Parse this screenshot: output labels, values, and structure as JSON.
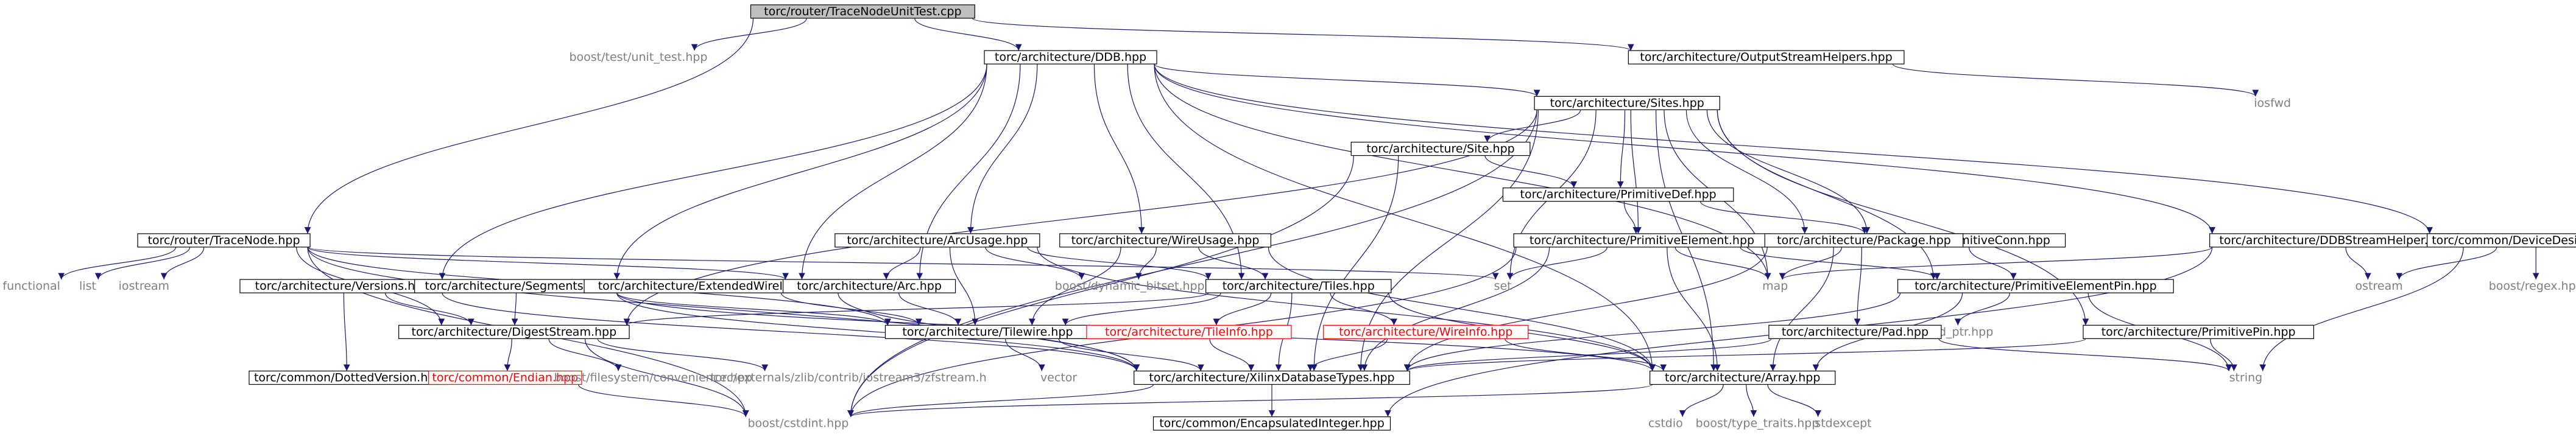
{
  "graph": {
    "edge_color": "#191970",
    "root_fill": "#bfbfbf",
    "nodes": [
      {
        "id": "root",
        "label": "torc/router/TraceNodeUnitTest.cpp",
        "kind": "root"
      },
      {
        "id": "unit_test",
        "label": "boost/test/unit_test.hpp",
        "kind": "ext"
      },
      {
        "id": "ddb",
        "label": "torc/architecture/DDB.hpp",
        "kind": "doc"
      },
      {
        "id": "osh",
        "label": "torc/architecture/OutputStreamHelpers.hpp",
        "kind": "doc"
      },
      {
        "id": "iosfwd",
        "label": "iosfwd",
        "kind": "ext"
      },
      {
        "id": "sites",
        "label": "torc/architecture/Sites.hpp",
        "kind": "doc"
      },
      {
        "id": "site",
        "label": "torc/architecture/Site.hpp",
        "kind": "doc"
      },
      {
        "id": "primdef",
        "label": "torc/architecture/PrimitiveDef.hpp",
        "kind": "doc"
      },
      {
        "id": "primconn",
        "label": "torc/architecture/PrimitiveConn.hpp",
        "kind": "doc"
      },
      {
        "id": "primelem",
        "label": "torc/architecture/PrimitiveElement.hpp",
        "kind": "doc"
      },
      {
        "id": "package",
        "label": "torc/architecture/Package.hpp",
        "kind": "doc"
      },
      {
        "id": "ddbsh",
        "label": "torc/architecture/DDBStreamHelper.hpp",
        "kind": "doc"
      },
      {
        "id": "devdes",
        "label": "torc/common/DeviceDesignator.hpp",
        "kind": "doc"
      },
      {
        "id": "tracenode",
        "label": "torc/router/TraceNode.hpp",
        "kind": "doc"
      },
      {
        "id": "functional",
        "label": "functional",
        "kind": "ext"
      },
      {
        "id": "list",
        "label": "list",
        "kind": "ext"
      },
      {
        "id": "iostream",
        "label": "iostream",
        "kind": "ext"
      },
      {
        "id": "versions",
        "label": "torc/architecture/Versions.hpp",
        "kind": "doc"
      },
      {
        "id": "segments",
        "label": "torc/architecture/Segments.hpp",
        "kind": "doc"
      },
      {
        "id": "extwire",
        "label": "torc/architecture/ExtendedWireInfo.hpp",
        "kind": "doc"
      },
      {
        "id": "arc",
        "label": "torc/architecture/Arc.hpp",
        "kind": "doc"
      },
      {
        "id": "arcusage",
        "label": "torc/architecture/ArcUsage.hpp",
        "kind": "doc"
      },
      {
        "id": "wireusage",
        "label": "torc/architecture/WireUsage.hpp",
        "kind": "doc"
      },
      {
        "id": "dynbitset",
        "label": "boost/dynamic_bitset.hpp",
        "kind": "ext"
      },
      {
        "id": "tiles",
        "label": "torc/architecture/Tiles.hpp",
        "kind": "doc"
      },
      {
        "id": "set",
        "label": "set",
        "kind": "ext"
      },
      {
        "id": "map",
        "label": "map",
        "kind": "ext"
      },
      {
        "id": "primelempin",
        "label": "torc/architecture/PrimitiveElementPin.hpp",
        "kind": "doc"
      },
      {
        "id": "ostream",
        "label": "ostream",
        "kind": "ext"
      },
      {
        "id": "regex",
        "label": "boost/regex.hpp",
        "kind": "ext"
      },
      {
        "id": "digest",
        "label": "torc/architecture/DigestStream.hpp",
        "kind": "doc"
      },
      {
        "id": "tilewire",
        "label": "torc/architecture/Tilewire.hpp",
        "kind": "doc"
      },
      {
        "id": "tileinfo",
        "label": "torc/architecture/TileInfo.hpp",
        "kind": "red"
      },
      {
        "id": "wireinfo",
        "label": "torc/architecture/WireInfo.hpp",
        "kind": "red"
      },
      {
        "id": "sharedptr",
        "label": "boost/shared_ptr.hpp",
        "kind": "ext"
      },
      {
        "id": "pad",
        "label": "torc/architecture/Pad.hpp",
        "kind": "doc"
      },
      {
        "id": "primpin",
        "label": "torc/architecture/PrimitivePin.hpp",
        "kind": "doc"
      },
      {
        "id": "dottedver",
        "label": "torc/common/DottedVersion.hpp",
        "kind": "doc"
      },
      {
        "id": "endian",
        "label": "torc/common/Endian.hpp",
        "kind": "red"
      },
      {
        "id": "fsconv",
        "label": "boost/filesystem/convenience.hpp",
        "kind": "ext"
      },
      {
        "id": "zfstream",
        "label": "torc/externals/zlib/contrib/iostream3/zfstream.h",
        "kind": "ext"
      },
      {
        "id": "vector",
        "label": "vector",
        "kind": "ext"
      },
      {
        "id": "xdbtypes",
        "label": "torc/architecture/XilinxDatabaseTypes.hpp",
        "kind": "doc"
      },
      {
        "id": "array",
        "label": "torc/architecture/Array.hpp",
        "kind": "doc"
      },
      {
        "id": "string",
        "label": "string",
        "kind": "ext"
      },
      {
        "id": "cstdint",
        "label": "boost/cstdint.hpp",
        "kind": "ext"
      },
      {
        "id": "encint",
        "label": "torc/common/EncapsulatedInteger.hpp",
        "kind": "doc"
      },
      {
        "id": "cstdio",
        "label": "cstdio",
        "kind": "ext"
      },
      {
        "id": "typetraits",
        "label": "boost/type_traits.hpp",
        "kind": "ext"
      },
      {
        "id": "stdexcept",
        "label": "stdexcept",
        "kind": "ext"
      }
    ],
    "edges": [
      [
        "root",
        "unit_test"
      ],
      [
        "root",
        "ddb"
      ],
      [
        "root",
        "osh"
      ],
      [
        "root",
        "tracenode"
      ],
      [
        "osh",
        "iosfwd"
      ],
      [
        "ddb",
        "sites"
      ],
      [
        "ddb",
        "ddbsh"
      ],
      [
        "ddb",
        "devdes"
      ],
      [
        "ddb",
        "versions"
      ],
      [
        "ddb",
        "segments"
      ],
      [
        "ddb",
        "extwire"
      ],
      [
        "ddb",
        "arc"
      ],
      [
        "ddb",
        "arcusage"
      ],
      [
        "ddb",
        "wireusage"
      ],
      [
        "ddb",
        "tiles"
      ],
      [
        "ddb",
        "map"
      ],
      [
        "ddb",
        "array"
      ],
      [
        "sites",
        "site"
      ],
      [
        "sites",
        "primdef"
      ],
      [
        "sites",
        "primconn"
      ],
      [
        "sites",
        "primelem"
      ],
      [
        "sites",
        "package"
      ],
      [
        "sites",
        "primelempin"
      ],
      [
        "sites",
        "primpin"
      ],
      [
        "sites",
        "set"
      ],
      [
        "sites",
        "map"
      ],
      [
        "sites",
        "array"
      ],
      [
        "sites",
        "digest"
      ],
      [
        "sites",
        "xdbtypes"
      ],
      [
        "sites",
        "cstdint"
      ],
      [
        "site",
        "primdef"
      ],
      [
        "site",
        "xdbtypes"
      ],
      [
        "site",
        "cstdint"
      ],
      [
        "primdef",
        "primconn"
      ],
      [
        "primdef",
        "primelem"
      ],
      [
        "primconn",
        "primelempin"
      ],
      [
        "primelem",
        "primelempin"
      ],
      [
        "primelem",
        "set"
      ],
      [
        "primelem",
        "map"
      ],
      [
        "primelem",
        "array"
      ],
      [
        "primelem",
        "xdbtypes"
      ],
      [
        "primelem",
        "cstdint"
      ],
      [
        "package",
        "pad"
      ],
      [
        "package",
        "map"
      ],
      [
        "package",
        "array"
      ],
      [
        "package",
        "xdbtypes"
      ],
      [
        "primelempin",
        "sharedptr"
      ],
      [
        "primelempin",
        "xdbtypes"
      ],
      [
        "primelempin",
        "array"
      ],
      [
        "primelempin",
        "string"
      ],
      [
        "primpin",
        "string"
      ],
      [
        "primpin",
        "xdbtypes"
      ],
      [
        "pad",
        "string"
      ],
      [
        "pad",
        "xdbtypes"
      ],
      [
        "ddbsh",
        "map"
      ],
      [
        "ddbsh",
        "ostream"
      ],
      [
        "ddbsh",
        "encint"
      ],
      [
        "devdes",
        "ostream"
      ],
      [
        "devdes",
        "regex"
      ],
      [
        "devdes",
        "string"
      ],
      [
        "tracenode",
        "functional"
      ],
      [
        "tracenode",
        "list"
      ],
      [
        "tracenode",
        "iostream"
      ],
      [
        "tracenode",
        "set"
      ],
      [
        "tracenode",
        "arc"
      ],
      [
        "tracenode",
        "tilewire"
      ],
      [
        "tracenode",
        "cstdint"
      ],
      [
        "tracenode",
        "digest"
      ],
      [
        "tracenode",
        "xdbtypes"
      ],
      [
        "versions",
        "dottedver"
      ],
      [
        "versions",
        "digest"
      ],
      [
        "versions",
        "xdbtypes"
      ],
      [
        "segments",
        "digest"
      ],
      [
        "segments",
        "tilewire"
      ],
      [
        "segments",
        "xdbtypes"
      ],
      [
        "segments",
        "array"
      ],
      [
        "extwire",
        "tilewire"
      ],
      [
        "extwire",
        "xdbtypes"
      ],
      [
        "arc",
        "tilewire"
      ],
      [
        "arcusage",
        "arc"
      ],
      [
        "arcusage",
        "tilewire"
      ],
      [
        "arcusage",
        "dynbitset"
      ],
      [
        "arcusage",
        "tiles"
      ],
      [
        "arcusage",
        "array"
      ],
      [
        "wireusage",
        "tilewire"
      ],
      [
        "wireusage",
        "dynbitset"
      ],
      [
        "wireusage",
        "tiles"
      ],
      [
        "wireusage",
        "array"
      ],
      [
        "tiles",
        "tileinfo"
      ],
      [
        "tiles",
        "wireinfo"
      ],
      [
        "tiles",
        "tilewire"
      ],
      [
        "tiles",
        "digest"
      ],
      [
        "tiles",
        "xdbtypes"
      ],
      [
        "tiles",
        "array"
      ],
      [
        "tileinfo",
        "xdbtypes"
      ],
      [
        "wireinfo",
        "xdbtypes"
      ],
      [
        "wireinfo",
        "array"
      ],
      [
        "digest",
        "endian"
      ],
      [
        "digest",
        "fsconv"
      ],
      [
        "digest",
        "zfstream"
      ],
      [
        "digest",
        "cstdint"
      ],
      [
        "endian",
        "cstdint"
      ],
      [
        "tilewire",
        "vector"
      ],
      [
        "tilewire",
        "xdbtypes"
      ],
      [
        "xdbtypes",
        "cstdint"
      ],
      [
        "xdbtypes",
        "encint"
      ],
      [
        "array",
        "cstdio"
      ],
      [
        "array",
        "typetraits"
      ],
      [
        "array",
        "stdexcept"
      ],
      [
        "array",
        "cstdint"
      ]
    ]
  }
}
